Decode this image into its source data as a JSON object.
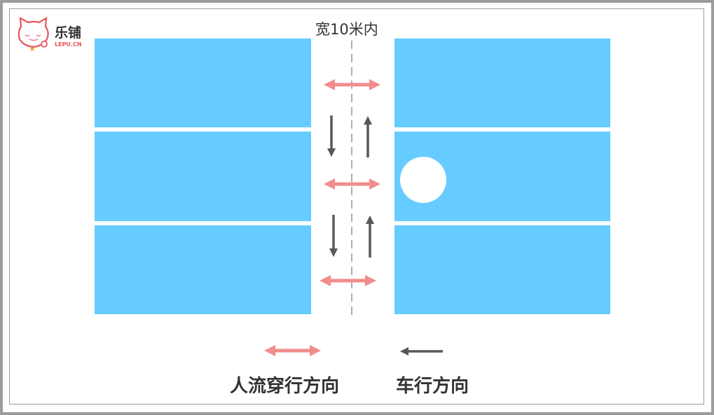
{
  "logo": {
    "name": "乐铺",
    "domain": "LEPU.CN"
  },
  "width_label": "宽10米内",
  "legend": {
    "pedestrian": "人流穿行方向",
    "vehicle": "车行方向"
  },
  "colors": {
    "block": "#66ccff",
    "pedestrian_arrow": "#f28c8c",
    "vehicle_arrow": "#595959"
  }
}
